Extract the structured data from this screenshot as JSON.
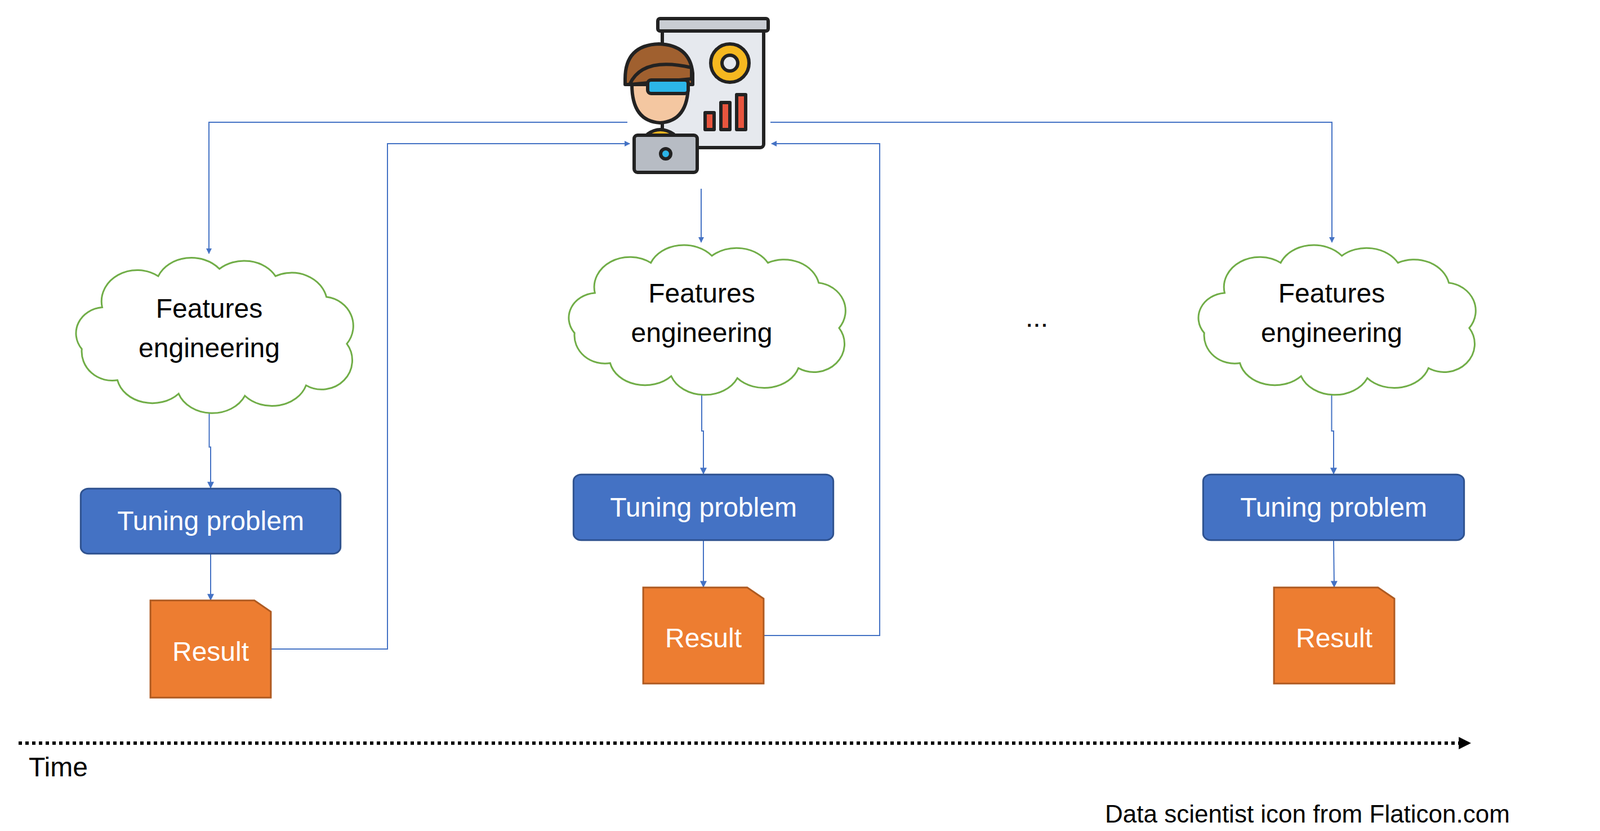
{
  "diagram": {
    "nodes": [
      {
        "text": [
          "Features engineering"
        ]
      },
      {
        "text": [
          "Tuning problem"
        ]
      },
      {
        "text": [
          "Result"
        ]
      },
      {
        "text": [
          "Features engineering"
        ]
      },
      {
        "text": [
          "Tuning problem"
        ]
      },
      {
        "text": [
          "Result"
        ]
      },
      {
        "text": [
          "Features engineering"
        ]
      },
      {
        "text": [
          "Tuning problem"
        ]
      },
      {
        "text": [
          "Result"
        ]
      }
    ],
    "edges": [
      {
        "from": 0,
        "to": 1,
        "arrow": "to"
      },
      {
        "from": 1,
        "to": 2,
        "arrow": "to"
      },
      {
        "from": 3,
        "to": 4,
        "arrow": "to"
      },
      {
        "from": 4,
        "to": 5,
        "arrow": "to"
      },
      {
        "from": 6,
        "to": 7,
        "arrow": "to"
      },
      {
        "from": 7,
        "to": 8,
        "arrow": "to"
      }
    ],
    "labels": [
      "...",
      "Time",
      "Data scientist icon from Flaticon.com"
    ]
  }
}
